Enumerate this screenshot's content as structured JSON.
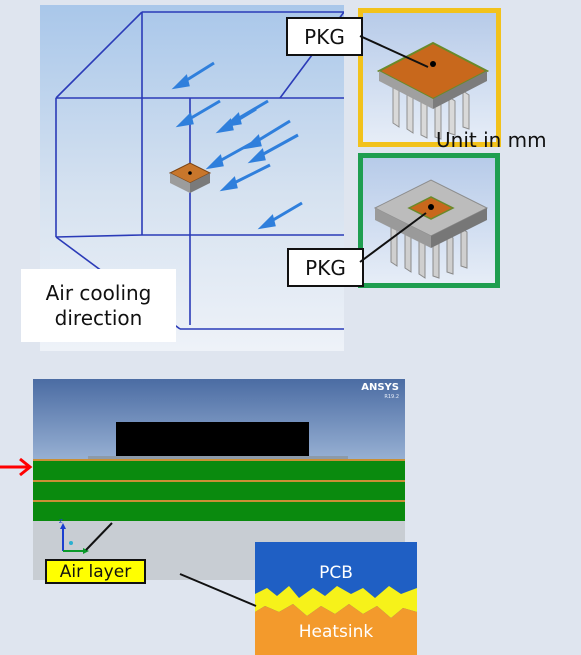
{
  "top_panel": {
    "pkg_label_top": "PKG",
    "pkg_label_bottom": "PKG",
    "unit_label": "Unit in mm",
    "air_cooling_label_line1": "Air cooling",
    "air_cooling_label_line2": "direction"
  },
  "bottom_panel": {
    "ansys_logo": "ANSYS",
    "ansys_version": "R19.2",
    "air_layer_label": "Air layer",
    "inset_pcb_label": "PCB",
    "inset_heatsink_label": "Heatsink"
  },
  "colors": {
    "highlight_yellow": "#f2c21b",
    "highlight_green": "#1f9e50",
    "pcb_green": "#0a8a0e",
    "inset_pcb_blue": "#1f5fc4",
    "inset_heatsink_orange": "#f39a2c",
    "arrow_red": "#ff0000"
  },
  "icons": [
    "axis-triad-icon",
    "red-arrow-icon",
    "airflow-arrow-icon"
  ]
}
